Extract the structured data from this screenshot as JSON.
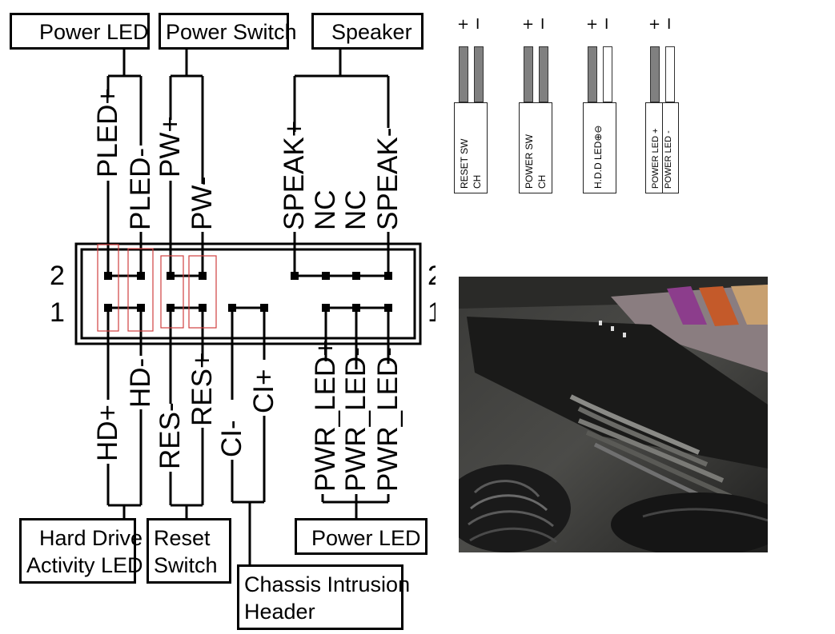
{
  "top_groups": {
    "power_led": "Power LED",
    "power_switch": "Power Switch",
    "speaker": "Speaker"
  },
  "bottom_groups": {
    "hdd_led": [
      "Hard Drive",
      "Activity LED"
    ],
    "reset_switch": [
      "Reset",
      "Switch"
    ],
    "chassis_intrusion": [
      "Chassis Intrusion",
      "Header"
    ],
    "power_led": "Power LED"
  },
  "row_labels": {
    "row2": "2",
    "row1": "1"
  },
  "pins_top": [
    "PLED+",
    "PLED-",
    "PW+",
    "PW-",
    "SPEAK+",
    "NC",
    "NC",
    "SPEAK-"
  ],
  "pins_bottom": [
    "HD+",
    "HD-",
    "RES-",
    "RES+",
    "CI-",
    "CI+",
    "PWR_LED+",
    "PWR_LED-",
    "PWR_LED-"
  ],
  "connectors": [
    {
      "polarity": [
        "+",
        "I"
      ],
      "lines": [
        "RESET SW",
        "CH"
      ]
    },
    {
      "polarity": [
        "+",
        "I"
      ],
      "lines": [
        "POWER SW",
        "CH"
      ]
    },
    {
      "polarity": [
        "+",
        "I"
      ],
      "lines": [
        "H.D.D LED⊕⊖"
      ]
    },
    {
      "polarity": [
        "+",
        "I"
      ],
      "lines": [
        "POWER LED +",
        "POWER LED -"
      ]
    }
  ],
  "colors": {
    "highlight": "#d04040",
    "line": "#000000",
    "wire": "#808080"
  }
}
